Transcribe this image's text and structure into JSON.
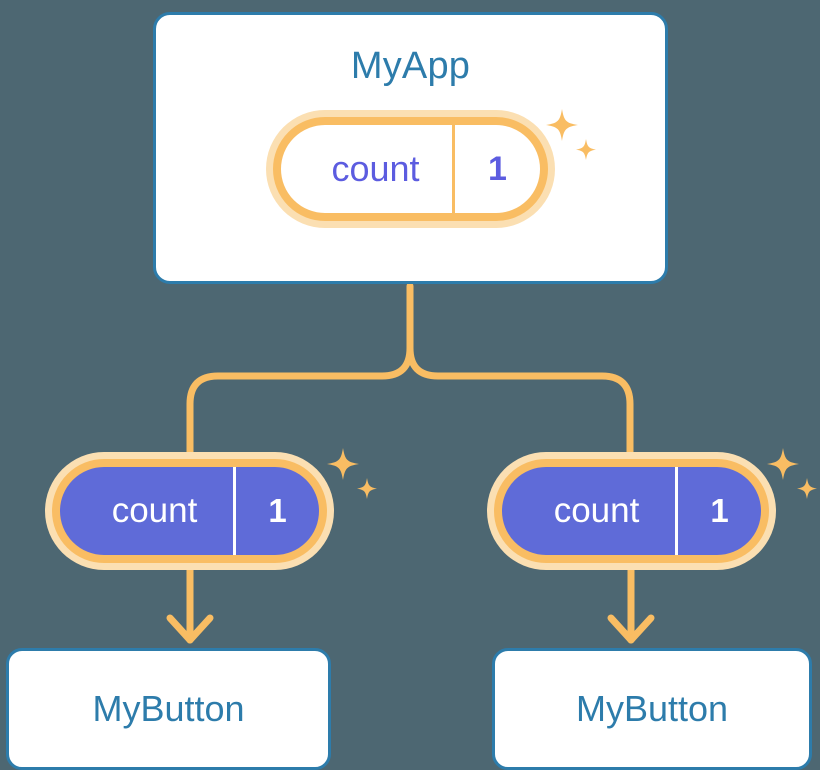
{
  "theme": {
    "background": "#4d6772",
    "card_bg": "#ffffff",
    "card_border": "#2d7cab",
    "title_text": "#2d7cab",
    "pill_ring_outer": "#fbdfb2",
    "pill_ring_inner": "#f9bd63",
    "pill_purple_fill": "#5f6bd8",
    "pill_purple_text": "#ffffff",
    "pill_white_text": "#5c5ce0",
    "connector": "#f9bd63"
  },
  "diagram": {
    "type": "component-state-tree",
    "root": {
      "name": "card-myapp",
      "title": "MyApp",
      "state": {
        "key": "count",
        "value": "1"
      },
      "sparkle": "sparkle-icon"
    },
    "children": [
      {
        "name": "branch-left",
        "state": {
          "key": "count",
          "value": "1"
        },
        "sparkle": "sparkle-icon",
        "card": {
          "name": "card-mybutton-left",
          "title": "MyButton"
        }
      },
      {
        "name": "branch-right",
        "state": {
          "key": "count",
          "value": "1"
        },
        "sparkle": "sparkle-icon",
        "card": {
          "name": "card-mybutton-right",
          "title": "MyButton"
        }
      }
    ],
    "icons": {
      "sparkle_large": "sparkle-four-point-icon",
      "sparkle_small": "sparkle-four-point-small-icon",
      "arrow": "arrow-down-icon"
    }
  }
}
